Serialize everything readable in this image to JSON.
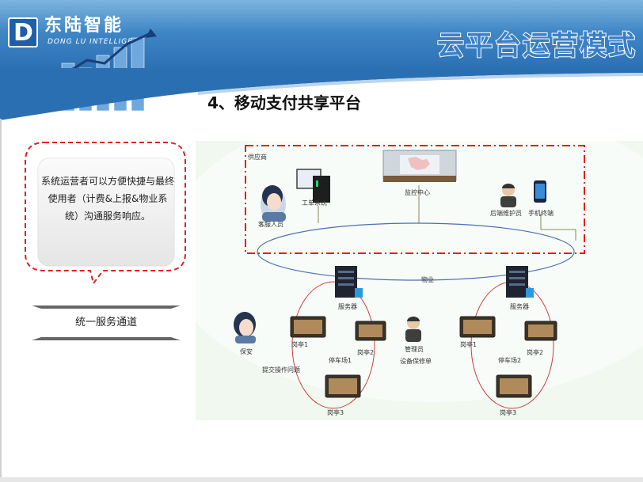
{
  "header": {
    "logo_letter": "D",
    "brand_cn": "东陆智能",
    "brand_en": "DONG LU INTELLIGENT",
    "title": "云平台运营模式"
  },
  "page_title": "4、移动支付共享平台",
  "callout": {
    "text": "系统运营者可以方便快捷与最终使用者（计费&上报&物业系统）沟通服务响应。"
  },
  "channel_label": "统一服务通道",
  "diagram": {
    "supply_label": "供应商",
    "nodes": {
      "support_staff": "客服人员",
      "work_order": "工单系统",
      "monitor_center": "监控中心",
      "maintenance": "后端维护员",
      "phone": "手机终端",
      "property": "物业",
      "server_left": "服务器",
      "server_right": "服务器",
      "guard": "保安",
      "submit_issue": "提交操作问题",
      "gate1_left": "岗亭1",
      "gate2_left": "岗亭2",
      "gate3_left": "岗亭3",
      "parking1": "停车场1",
      "manager": "管理员",
      "repair_order": "设备保修单",
      "gate1_right": "岗亭1",
      "gate2_right": "岗亭2",
      "gate3_right": "岗亭3",
      "parking2": "停车场2"
    }
  },
  "colors": {
    "header_blue": "#2a6fb2",
    "dashed_red": "#e02020",
    "ellipse_blue": "#4a6fb0"
  }
}
